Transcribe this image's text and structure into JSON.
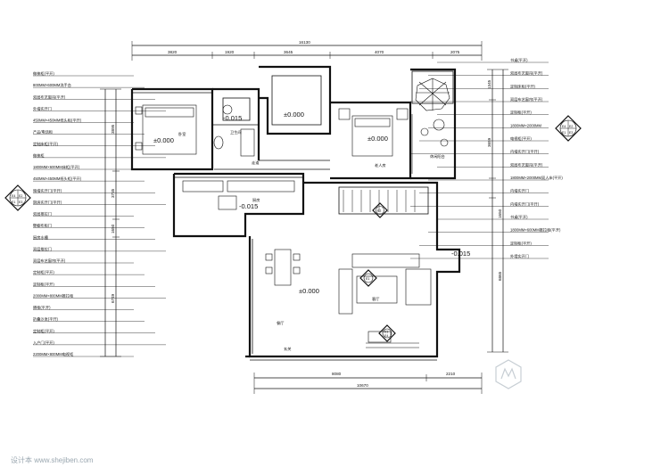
{
  "dimensions": {
    "top_total": "16130",
    "top_segments": [
      "3820",
      "1920",
      "3645",
      "4070",
      "2075"
    ],
    "bottom_segments": [
      "8080",
      "2210"
    ],
    "bottom_total": "10670",
    "left_segments": [
      "3895",
      "3735",
      "1650",
      "6749"
    ],
    "right_segments": [
      "1345",
      "3659",
      "1650",
      "6865"
    ]
  },
  "levels": {
    "bedroom": "±0.000",
    "bath_left": "-0.015",
    "bath_mid": "±0.000",
    "master": "±0.000",
    "kitchen": "-0.015",
    "living": "±0.000",
    "balcony": "-0.015"
  },
  "callouts": {
    "left_tag": [
      "E4",
      "E2",
      "E1",
      "E3"
    ],
    "right_tag": [
      "E4",
      "E2",
      "E1",
      "E3"
    ],
    "mid_tag": "E1",
    "bottom_tag": [
      "E1",
      "E4"
    ],
    "stair_tag": "E1"
  },
  "left_labels": [
    "做梳柜(平开)",
    "800MM×600MM洗手台",
    "双层布艺窗帘(平开)",
    "外墙实开门",
    "450MM×450MM纸头柜(平开)",
    "产品/电话柜",
    "定制床柜(平开)",
    "做梳柜",
    "1800MM×600MM床柜(平开)",
    "450MM×450MM纸头柜(平开)",
    "暗墙实开门(平开)",
    "厨房实开门(平开)",
    "双层推拉门",
    "壁橱布柜门",
    "厨房水槽",
    "双层推拉门",
    "双层布艺窗帘(平开)",
    "定制柜(平开)",
    "定制柜(平开)",
    "2000MM×800MM推拉柜",
    "隔柜(平开)",
    "折叠沙发(平开)",
    "定制柜(平开)",
    "入户门(平开)",
    "2200MM×800MM电视柜"
  ],
  "right_labels": [
    "书桌(平开)",
    "双层布艺窗帘(平开)",
    "定制床柜(平开)",
    "双层布艺窗帘(平开)",
    "定制柜(平开)",
    "1800MM×2000MM",
    "电视柜(平开)",
    "内墙实开门(平开)",
    "双层布艺窗帘(平开)",
    "1800MM×2000MM双人床(平开)",
    "内墙实开门",
    "内墙实开门(平开)",
    "书桌(平开)",
    "1800MM×600MM推拉柜(平开)",
    "定制柜(平开)",
    "外墙实开门"
  ],
  "room_labels": {
    "bedroom": "卧室",
    "bath": "卫生间",
    "corridor": "走道",
    "master_bedroom": "老人房",
    "balcony": "休闲阳台",
    "kitchen": "厨房",
    "dining": "餐厅",
    "living": "客厅",
    "entrance": "玄关"
  },
  "watermark": "设计本 www.shejiben.com"
}
